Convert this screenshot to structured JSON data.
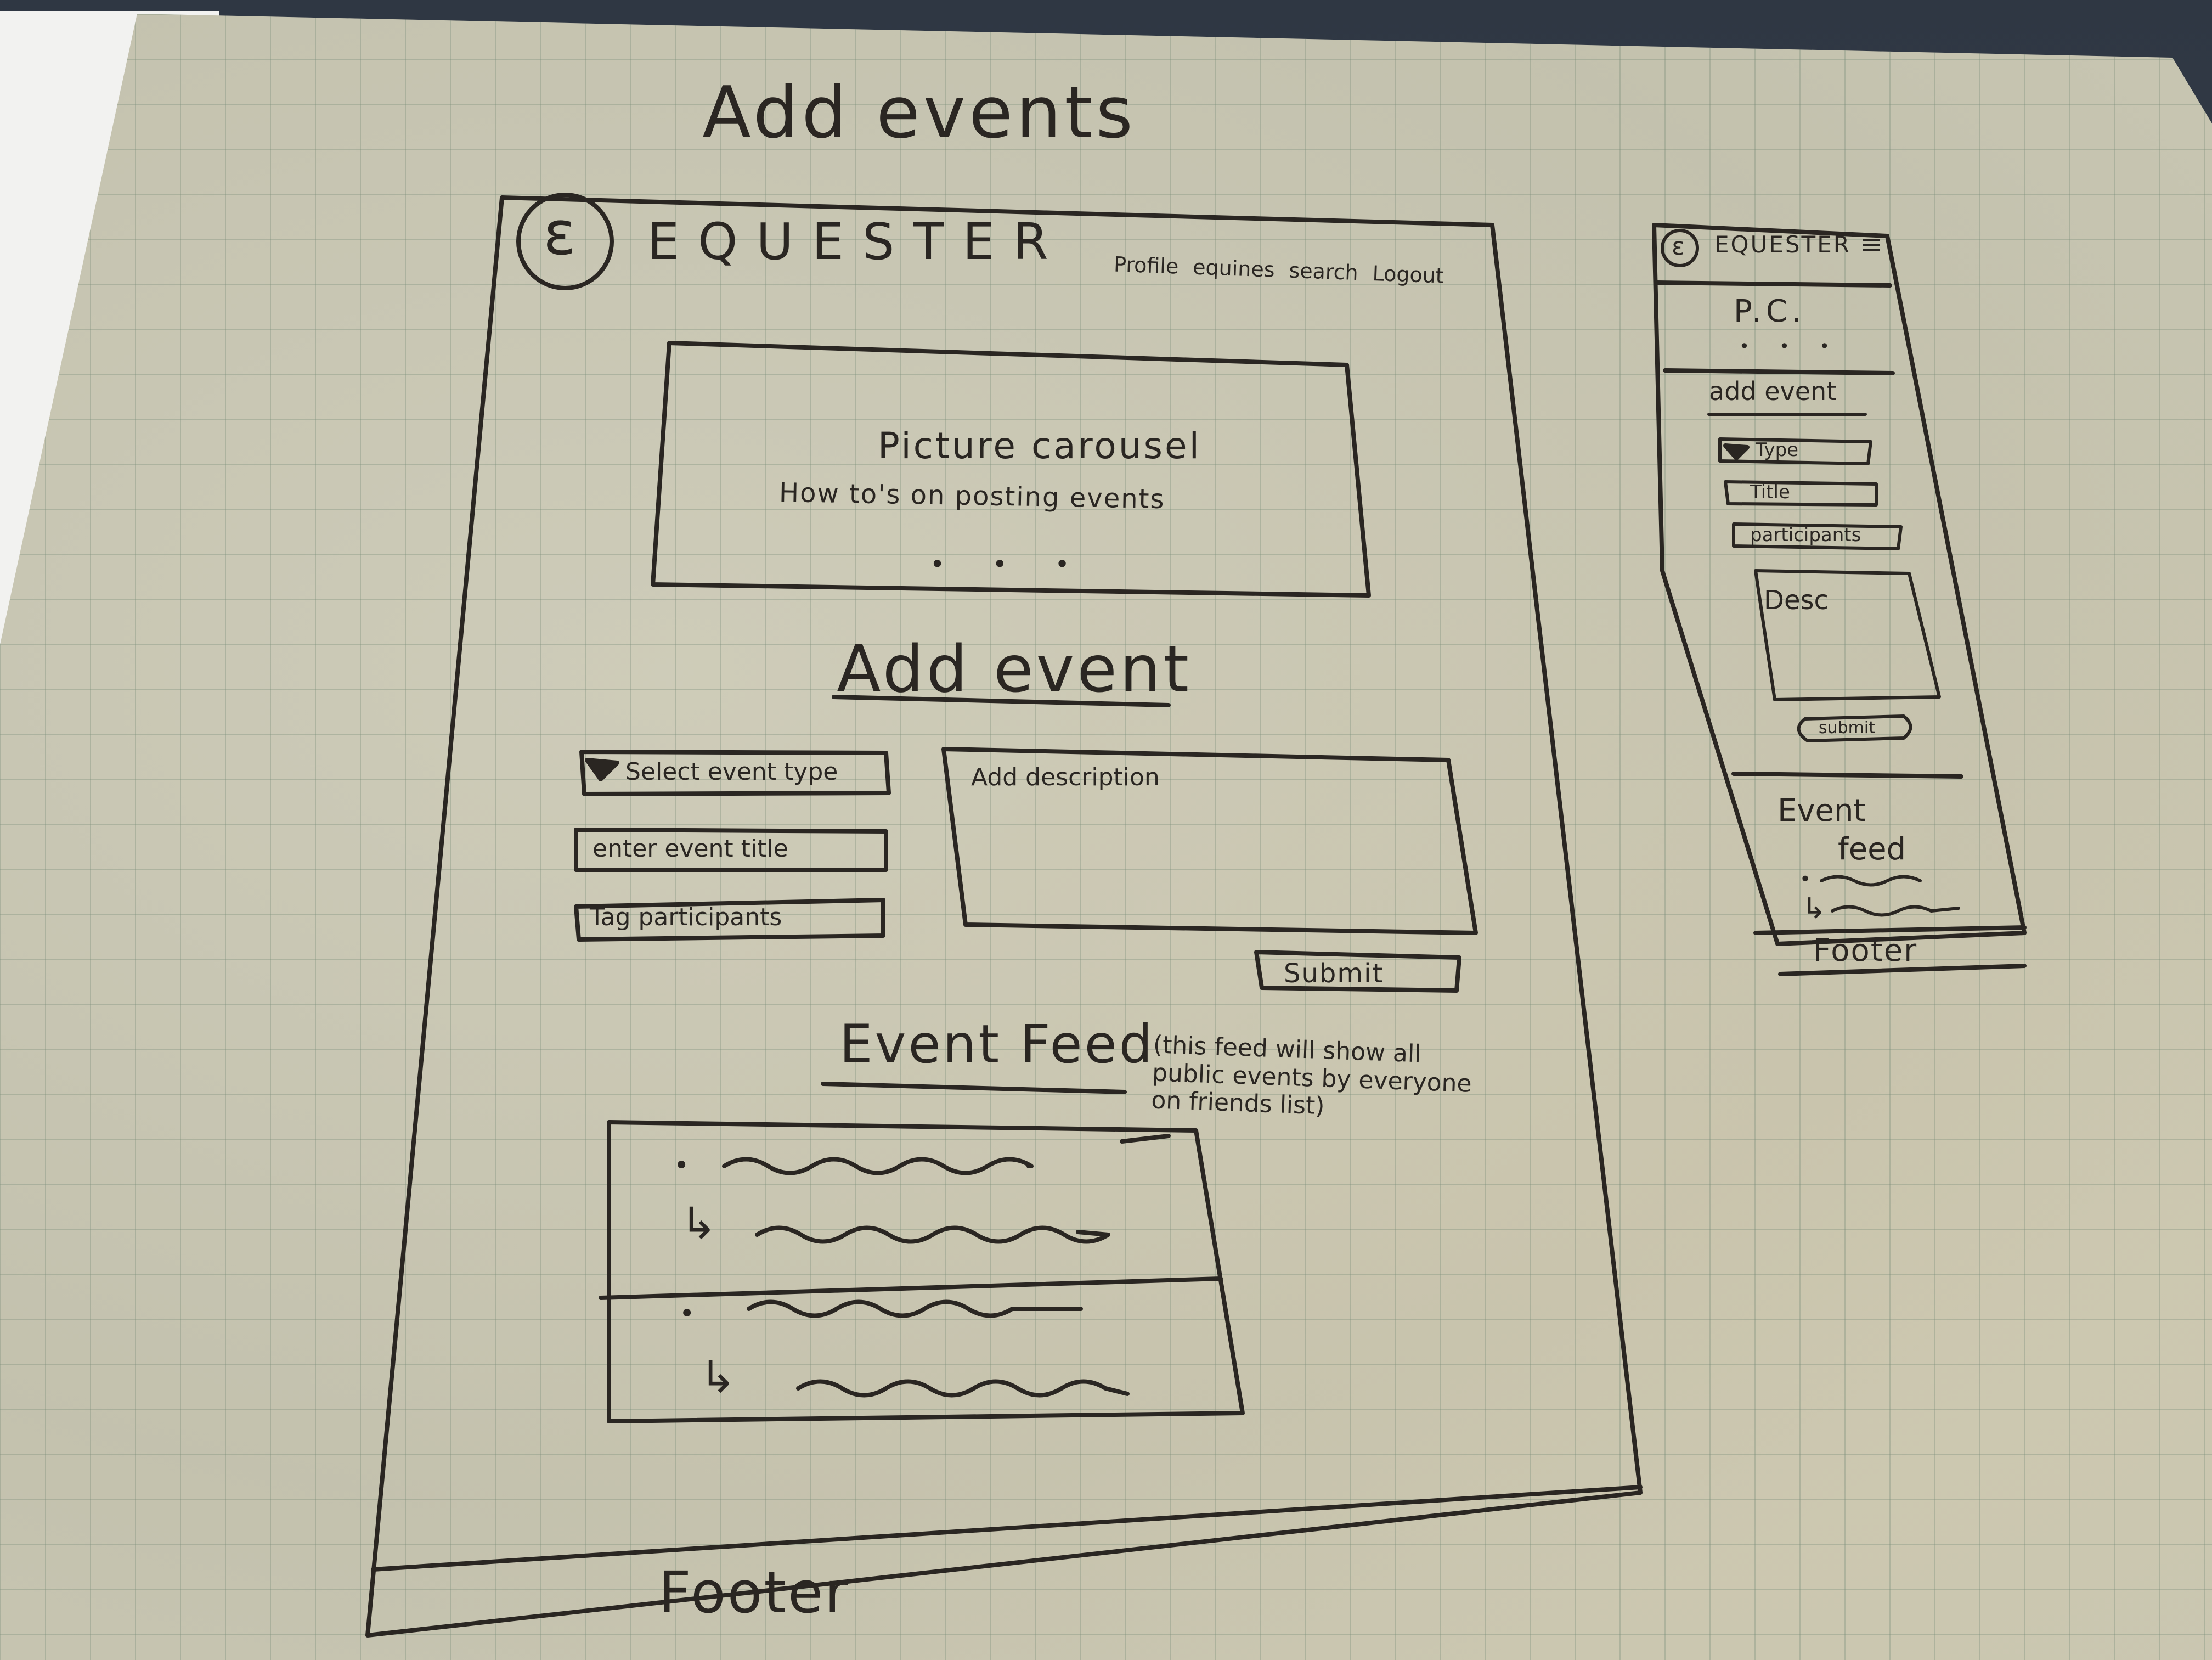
{
  "page_title": "Add events",
  "desktop": {
    "logo_mark": "ε",
    "brand": "EQUESTER",
    "nav": [
      "Profile",
      "equines",
      "search",
      "Logout"
    ],
    "carousel": {
      "title": "Picture carousel",
      "subtitle": "How to's on posting events",
      "dots": "• • •"
    },
    "add_event_heading": "Add event",
    "fields": {
      "event_type": "Select event type",
      "title": "enter event title",
      "participants": "Tag participants",
      "description": "Add description"
    },
    "submit": "Submit",
    "feed_heading": "Event Feed",
    "feed_note": "(this feed will show all public events by everyone on friends list)",
    "feed_items": [
      {
        "bullet": "•",
        "reply": "↳"
      },
      {
        "bullet": "•",
        "reply": "↳"
      }
    ],
    "footer": "Footer"
  },
  "mobile": {
    "logo_mark": "ε",
    "brand": "EQUESTER",
    "menu_icon": "≡",
    "carousel_label": "P.C.",
    "carousel_dots": "• • •",
    "add_event_heading": "add event",
    "fields": {
      "type": "Type",
      "title": "Title",
      "participants": "participants",
      "description": "Desc"
    },
    "submit": "submit",
    "feed_heading_line1": "Event",
    "feed_heading_line2": "feed",
    "feed_bullet": "•",
    "feed_reply": "↳",
    "footer": "Footer"
  },
  "colors": {
    "ink": "#2a2622",
    "paper": "#c7c5b1",
    "grid": "#7a8c78"
  }
}
